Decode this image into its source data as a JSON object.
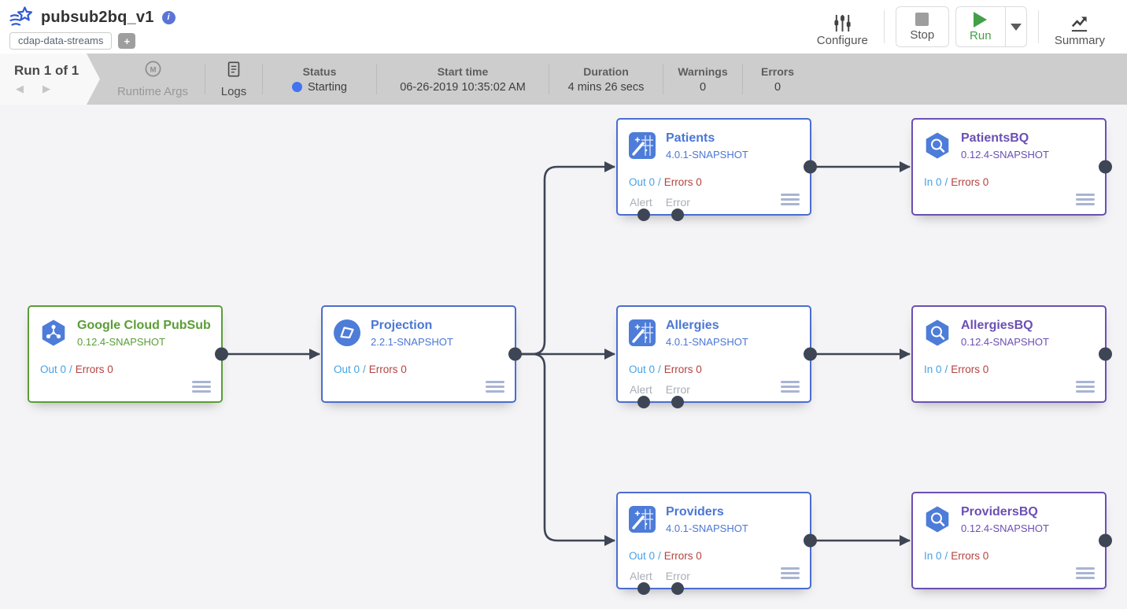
{
  "app": {
    "title": "pubsub2bq_v1",
    "info_glyph": "i",
    "tag": "cdap-data-streams",
    "add_tag_glyph": "+"
  },
  "toolbar": {
    "configure": "Configure",
    "stop": "Stop",
    "run": "Run",
    "summary": "Summary"
  },
  "runbar": {
    "counter": "Run 1 of 1",
    "prev_glyph": "◀",
    "next_glyph": "▶",
    "runtime_args": "Runtime Args",
    "runtime_args_glyph": "M",
    "logs": "Logs",
    "status_label": "Status",
    "status_value": "Starting",
    "start_label": "Start time",
    "start_value": "06-26-2019 10:35:02 AM",
    "duration_label": "Duration",
    "duration_value": "4 mins 26 secs",
    "warnings_label": "Warnings",
    "warnings_value": "0",
    "errors_label": "Errors",
    "errors_value": "0"
  },
  "colors": {
    "source_green": "#5a9e36",
    "transform_blue": "#4a6dd0",
    "sink_purple": "#6b4fb4",
    "metric_blue": "#45a2e8",
    "metric_red": "#b2433f",
    "edge_slate": "#3e4554",
    "status_dot_blue": "#4274f1",
    "run_green": "#43a047",
    "runbar_gray": "#cdcdcd"
  },
  "nodes": [
    {
      "title": "Google Cloud PubSub",
      "version": "0.12.4-SNAPSHOT",
      "m1": "Out 0",
      "sep": "/",
      "m2": "Errors 0",
      "type": "source",
      "plugin": "pubsub"
    },
    {
      "title": "Projection",
      "version": "2.2.1-SNAPSHOT",
      "m1": "Out 0",
      "sep": "/",
      "m2": "Errors 0",
      "type": "transform",
      "plugin": "projection"
    },
    {
      "title": "Patients",
      "version": "4.0.1-SNAPSHOT",
      "m1": "Out 0",
      "sep": "/",
      "m2": "Errors 0",
      "alert_label": "Alert",
      "error_label": "Error",
      "type": "transform",
      "plugin": "wrangler"
    },
    {
      "title": "PatientsBQ",
      "version": "0.12.4-SNAPSHOT",
      "m1": "In 0",
      "sep": "/",
      "m2": "Errors 0",
      "type": "sink",
      "plugin": "bigquery"
    },
    {
      "title": "Allergies",
      "version": "4.0.1-SNAPSHOT",
      "m1": "Out 0",
      "sep": "/",
      "m2": "Errors 0",
      "alert_label": "Alert",
      "error_label": "Error",
      "type": "transform",
      "plugin": "wrangler"
    },
    {
      "title": "AllergiesBQ",
      "version": "0.12.4-SNAPSHOT",
      "m1": "In 0",
      "sep": "/",
      "m2": "Errors 0",
      "type": "sink",
      "plugin": "bigquery"
    },
    {
      "title": "Providers",
      "version": "4.0.1-SNAPSHOT",
      "m1": "Out 0",
      "sep": "/",
      "m2": "Errors 0",
      "alert_label": "Alert",
      "error_label": "Error",
      "type": "transform",
      "plugin": "wrangler"
    },
    {
      "title": "ProvidersBQ",
      "version": "0.12.4-SNAPSHOT",
      "m1": "In 0",
      "sep": "/",
      "m2": "Errors 0",
      "type": "sink",
      "plugin": "bigquery"
    }
  ]
}
